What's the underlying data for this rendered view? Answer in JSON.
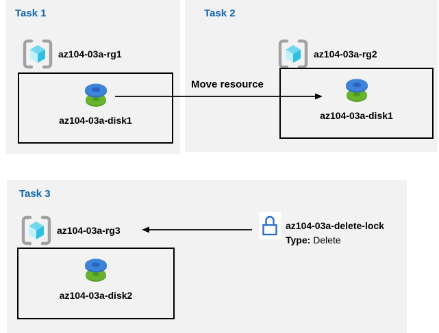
{
  "colors": {
    "panel-bg": "#f2f2f2",
    "title-blue": "#0e64ad",
    "label-black": "#000000",
    "box-border": "#000000",
    "arrow-black": "#000000",
    "bracket-gray": "#a0a1a3",
    "cube-top": "#6fd8ee",
    "cube-left": "#c2f0fa",
    "cube-right": "#31bfe0",
    "disk-blue": "#3e83d8",
    "disk-blue-rim": "#2e6fc0",
    "disk-blue-dark": "#2563bd",
    "disk-green": "#68b42f",
    "disk-green-rim": "#57a226",
    "disk-green-dark": "#4f9c1d",
    "lock-blue": "#2b6bd3",
    "lock-bg": "#ffffff"
  },
  "task1": {
    "title": "Task 1",
    "resource_group_name": "az104-03a-rg1",
    "disk_name": "az104-03a-disk1"
  },
  "task2": {
    "title": "Task 2",
    "resource_group_name": "az104-03a-rg2",
    "disk_name": "az104-03a-disk1"
  },
  "task3": {
    "title": "Task 3",
    "resource_group_name": "az104-03a-rg3",
    "disk_name": "az104-03a-disk2",
    "lock": {
      "name": "az104-03a-delete-lock",
      "type_label": "Type:",
      "type_value": "Delete"
    }
  },
  "arrows": {
    "move_resource_label": "Move resource"
  }
}
